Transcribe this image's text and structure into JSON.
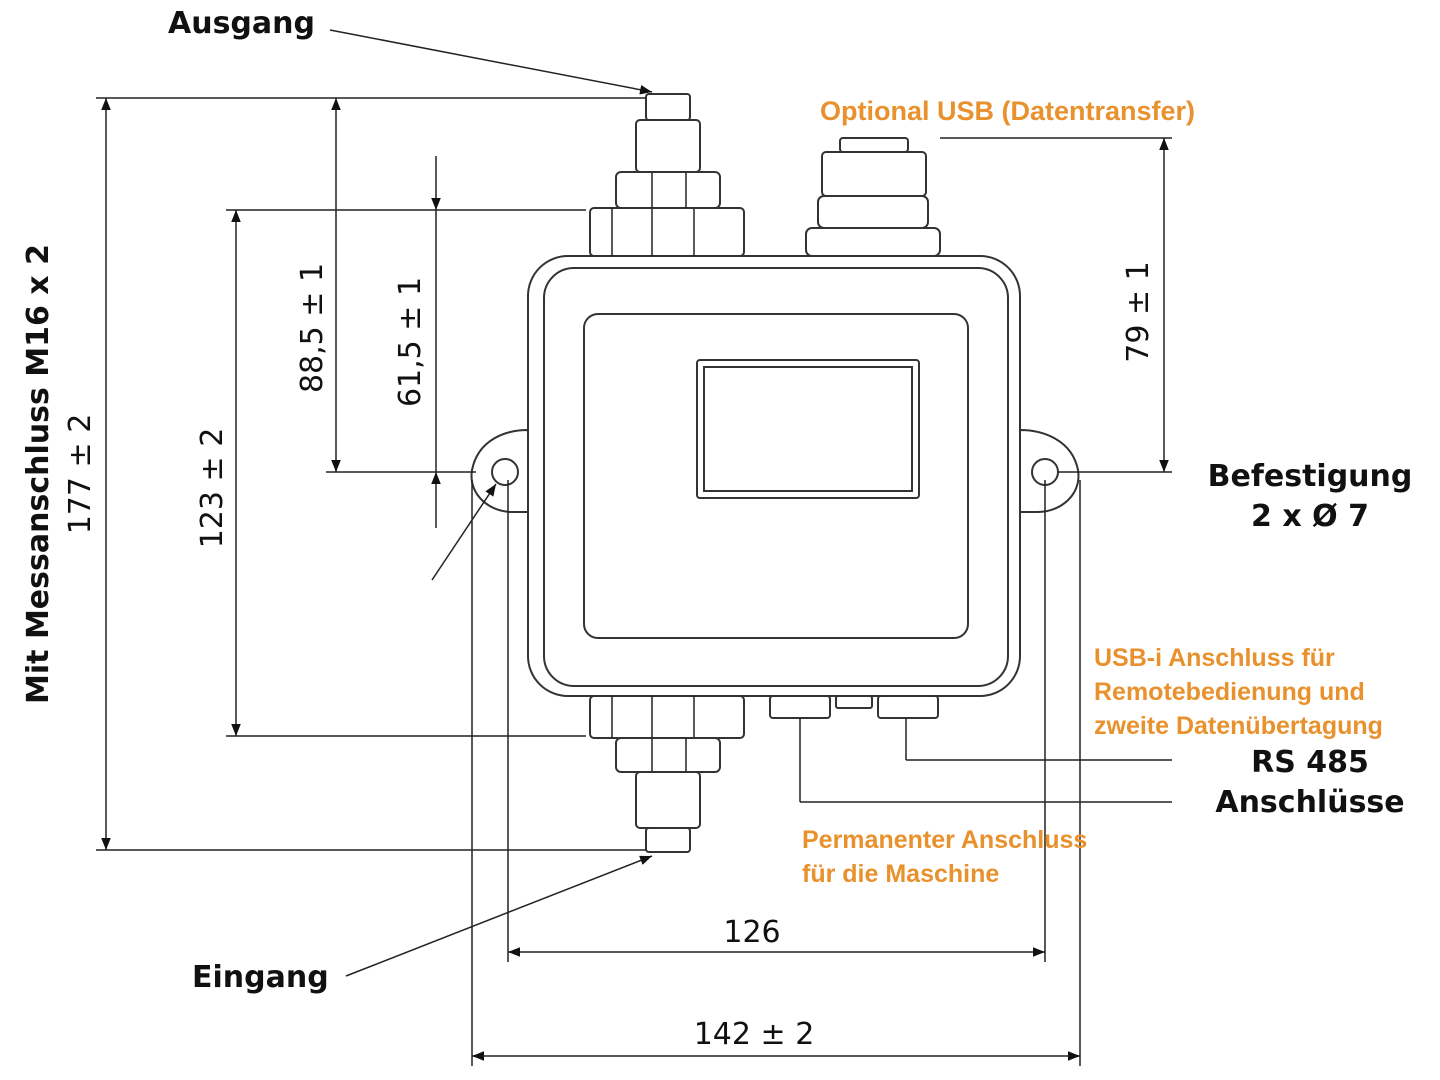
{
  "colors": {
    "accent": "#E8912D",
    "line": "#222222",
    "text": "#111111"
  },
  "labels": {
    "outlet": "Ausgang",
    "inlet": "Eingang",
    "usb_optional": "Optional USB (Datentransfer)",
    "mounting_line1": "Befestigung",
    "mounting_line2": "2 x Ø 7",
    "usbi_line1": "USB-i Anschluss für",
    "usbi_line2": "Remotebedienung und",
    "usbi_line3": "zweite Datenübertagung",
    "rs485_line1": "RS 485",
    "rs485_line2": "Anschlüsse",
    "permanent_line1": "Permanenter Anschluss",
    "permanent_line2": "für die Maschine",
    "side_line1": "Mit Messanschluss M16 x 2"
  },
  "dimensions": {
    "total_height": "177 ± 2",
    "body_height": "123 ± 2",
    "outlet_to_mount": "88,5 ± 1",
    "nut_to_mount": "61,5 ± 1",
    "usb_to_mount": "79 ± 1",
    "hole_spacing": "126",
    "total_width": "142 ± 2"
  }
}
